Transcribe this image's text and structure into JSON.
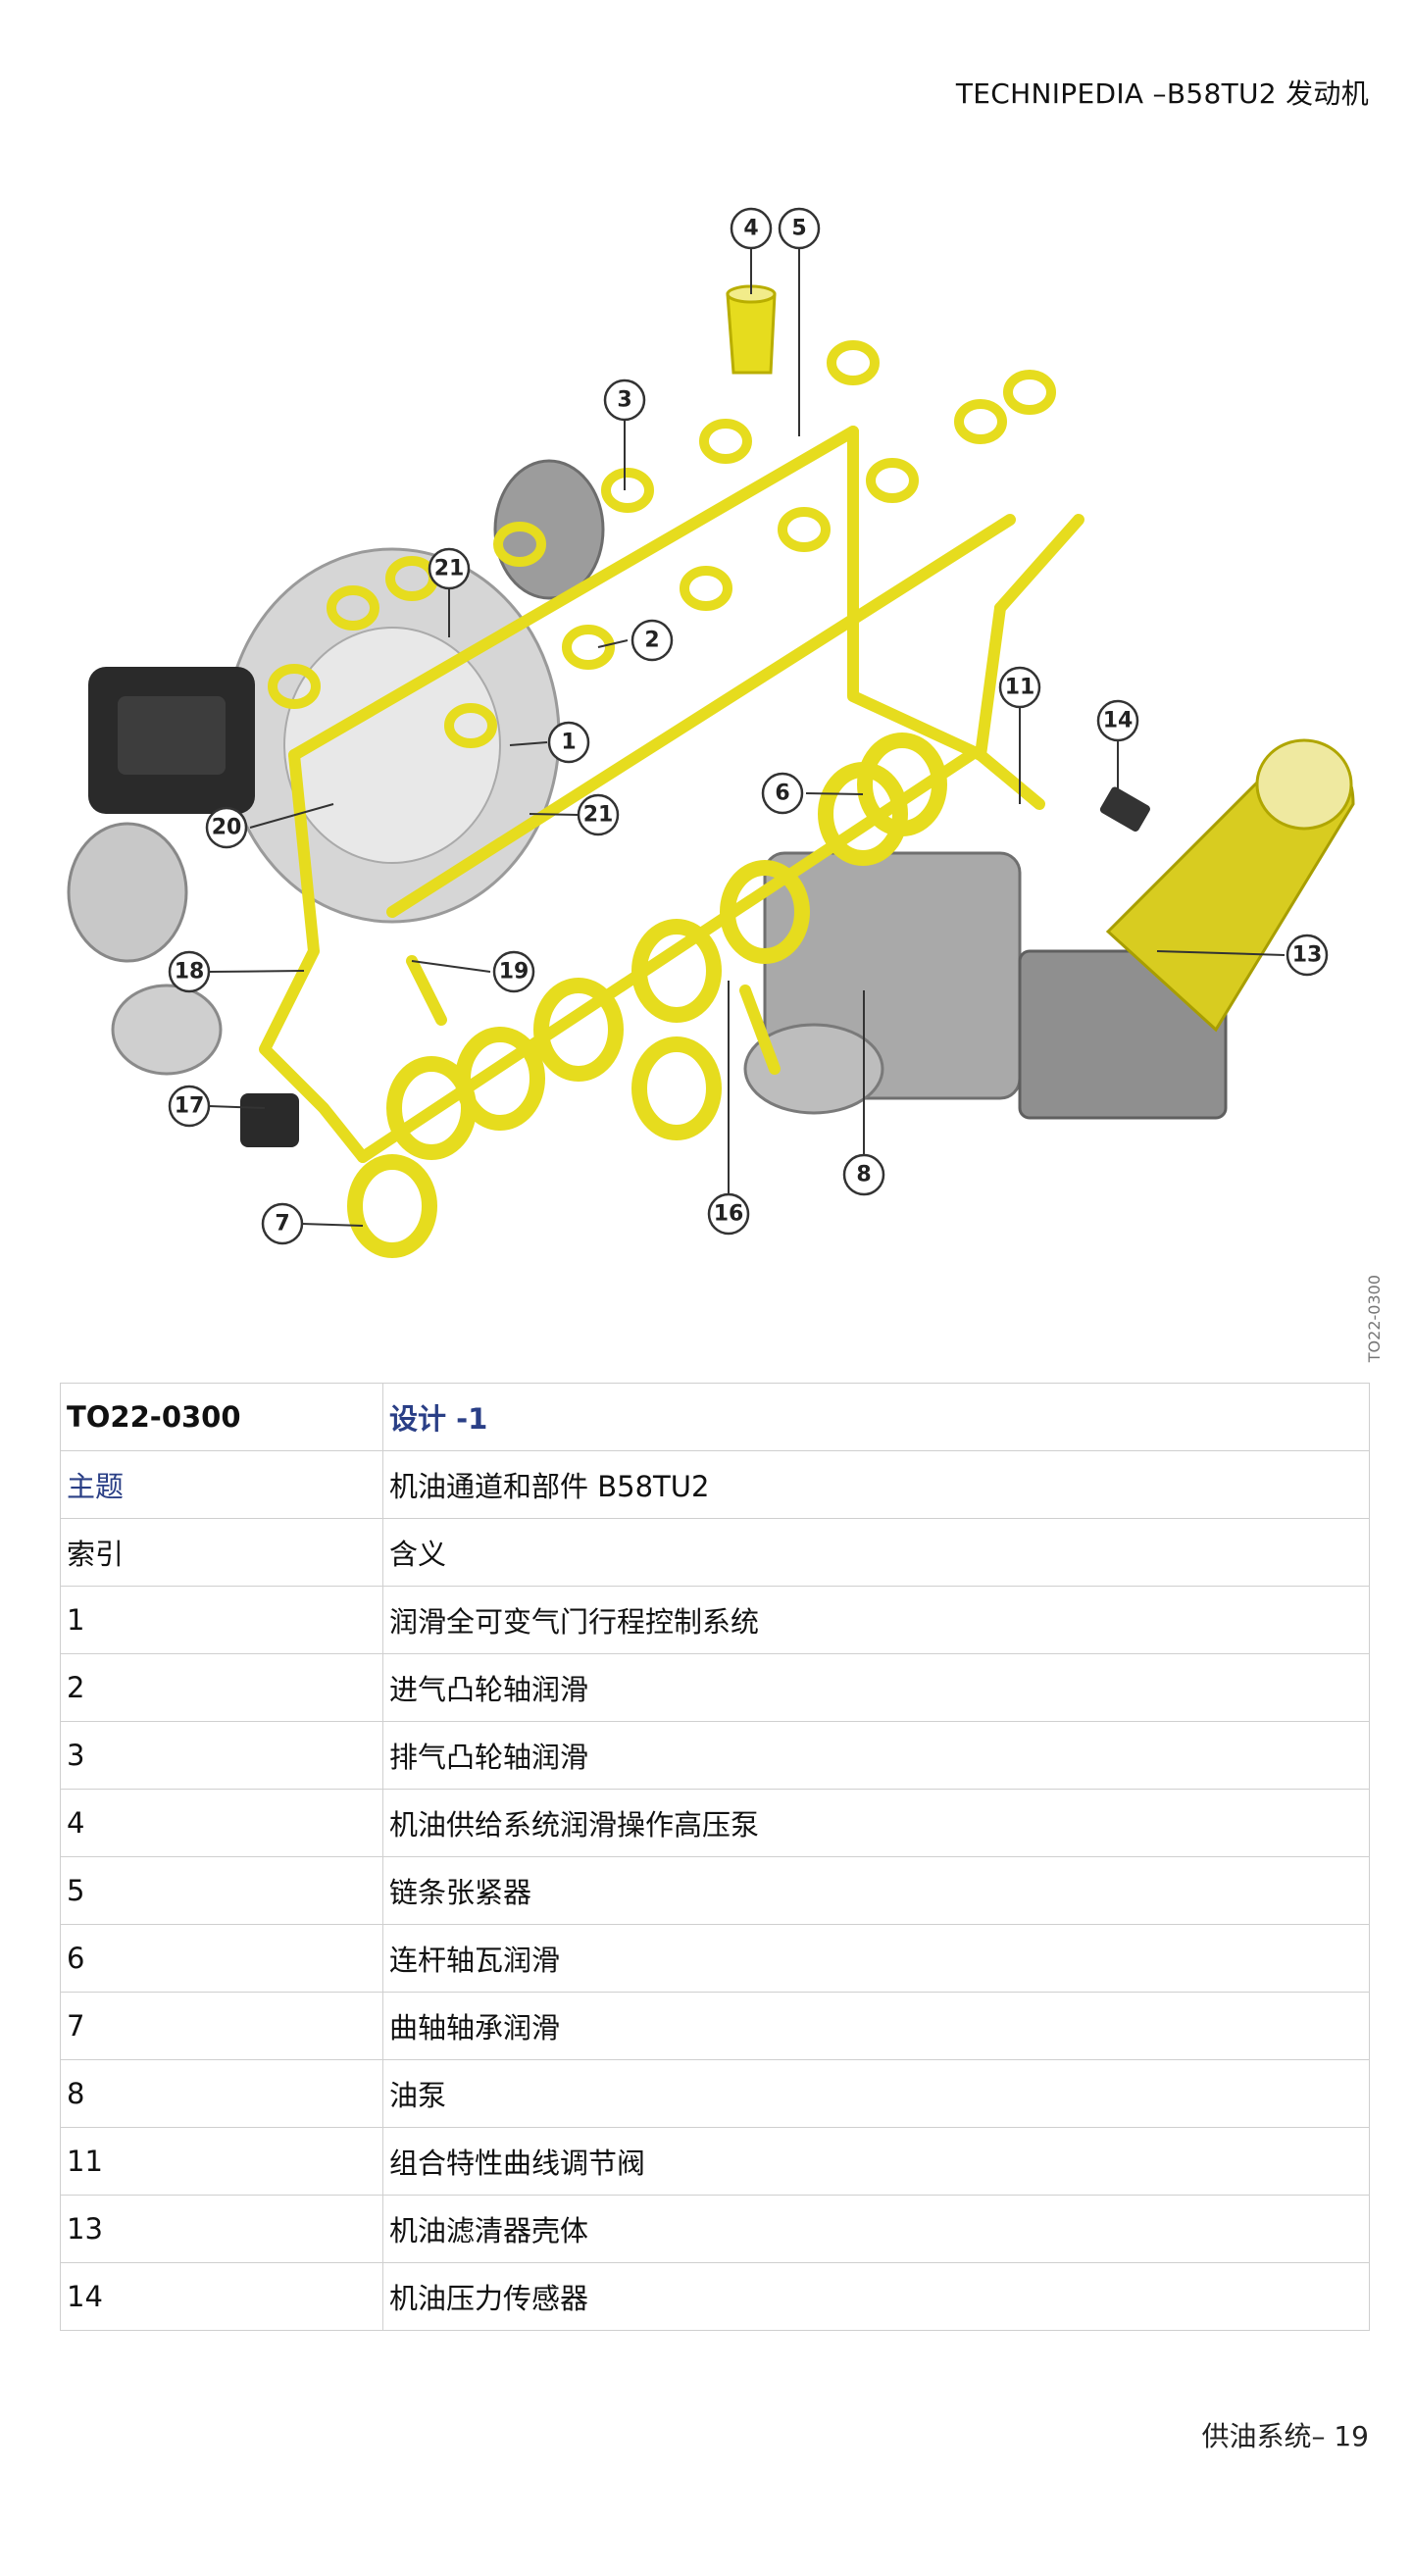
{
  "header": {
    "text": "TECHNIPEDIA –B58TU2 发动机"
  },
  "figure": {
    "code": "TO22-0300",
    "callouts": [
      "4",
      "5",
      "3",
      "21",
      "2",
      "1",
      "21",
      "20",
      "11",
      "14",
      "6",
      "13",
      "18",
      "19",
      "17",
      "8",
      "16",
      "7"
    ]
  },
  "table": {
    "rows": [
      {
        "index": "TO22-0300",
        "meaning": "设计 -1"
      },
      {
        "index": "主题",
        "meaning": "机油通道和部件 B58TU2"
      },
      {
        "index": "索引",
        "meaning": "含义"
      },
      {
        "index": "1",
        "meaning": "润滑全可变气门行程控制系统"
      },
      {
        "index": "2",
        "meaning": "进气凸轮轴润滑"
      },
      {
        "index": "3",
        "meaning": "排气凸轮轴润滑"
      },
      {
        "index": "4",
        "meaning": "机油供给系统润滑操作高压泵"
      },
      {
        "index": "5",
        "meaning": "链条张紧器"
      },
      {
        "index": "6",
        "meaning": "连杆轴瓦润滑"
      },
      {
        "index": "7",
        "meaning": "曲轴轴承润滑"
      },
      {
        "index": "8",
        "meaning": "油泵"
      },
      {
        "index": "11",
        "meaning": "组合特性曲线调节阀"
      },
      {
        "index": "13",
        "meaning": "机油滤清器壳体"
      },
      {
        "index": "14",
        "meaning": "机油压力传感器"
      }
    ]
  },
  "footer": {
    "text": "供油系统– 19"
  },
  "colors": {
    "oil": "#e6dc1e",
    "oil_dark": "#b9ae00",
    "metal": "#b8b8b8",
    "dark_part": "#2a2a2a",
    "link_blue": "#2a3f86"
  }
}
